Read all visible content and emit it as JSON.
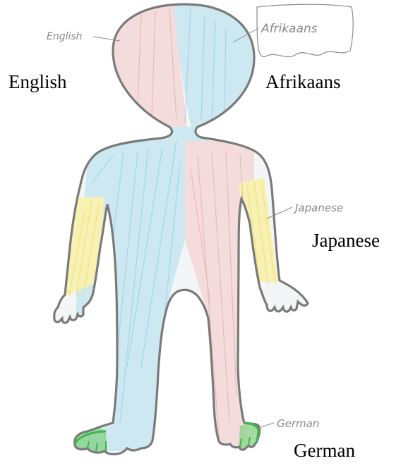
{
  "labels": {
    "english": "English",
    "afrikaans": "Afrikaans",
    "japanese": "Japanese",
    "german": "German"
  },
  "handwritten": {
    "english": "English",
    "afrikaans": "Afrikaans",
    "japanese": "Japanese",
    "german": "German"
  },
  "colors": {
    "outline": "#7a7a7a",
    "english_red": "#e6a7a7",
    "afrikaans_blue": "#8fcfe0",
    "japanese_yellow": "#f4ea7a",
    "german_green": "#3fb64a",
    "pencil": "#8a8a8a"
  }
}
